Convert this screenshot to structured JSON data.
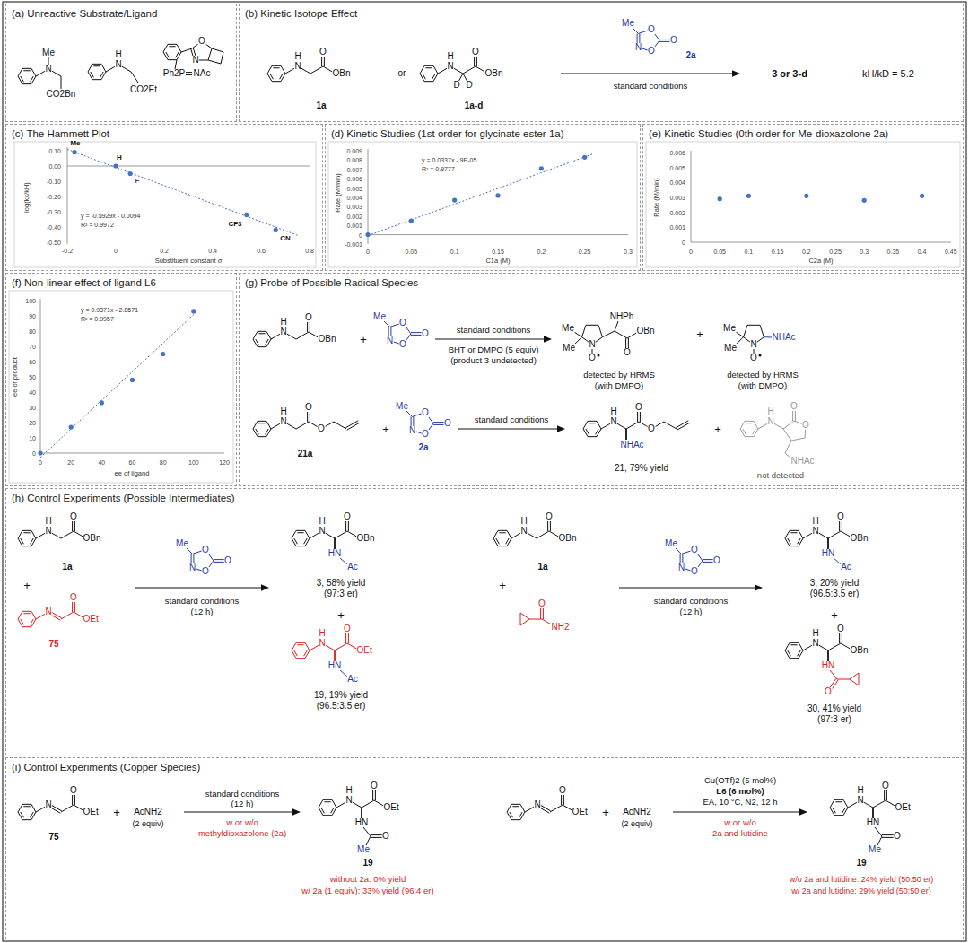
{
  "diagram": {
    "nodes": [
      {
        "text": [
          "(a) Unreactive Substrate/Ligand"
        ]
      },
      {
        "text": [
          "(b) Kinetic Isotope Effect"
        ]
      },
      {
        "text": [
          "(c) The Hammett Plot"
        ]
      },
      {
        "text": [
          "(d) Kinetic Studies (1st order for glycinate ester 1a)"
        ]
      },
      {
        "text": [
          "(e) Kinetic Studies (0th order for Me-dioxazolone 2a)"
        ]
      },
      {
        "text": [
          "(f) Non-linear effect of ligand L6"
        ]
      },
      {
        "text": [
          "(g) Probe of Possible Radical Species"
        ]
      },
      {
        "text": [
          "(h) Control Experiments (Possible Intermediates)"
        ]
      },
      {
        "text": [
          "(i) Control Experiments (Copper Species)"
        ]
      }
    ],
    "labels": [
      "Me",
      "N",
      "CO2Bn",
      "H",
      "N",
      "CO2Et",
      "N",
      "O",
      "Ph2P",
      "NAc",
      "H",
      "N",
      "O",
      "OBn",
      "1a",
      "or",
      "H",
      "N",
      "O",
      "OBn",
      "D",
      "D",
      "1a-d",
      "Me",
      "O",
      "O",
      "N",
      "O",
      "2a",
      "standard conditions",
      "3 or 3-d",
      "kH/kD = 5.2",
      "0.10",
      "0.00",
      "-0.10",
      "-0.20",
      "-0.30",
      "-0.40",
      "-0.50",
      "-0.2",
      "0",
      "0.2",
      "0.4",
      "0.6",
      "0.8",
      "Me",
      "H",
      "F",
      "CF3",
      "CN",
      "y = -0.5929x - 0.0094",
      "R² = 0.9972",
      "Substituent constant σ",
      "log(kx/kH)",
      "0.009",
      "0.008",
      "0.007",
      "0.006",
      "0.005",
      "0.004",
      "0.003",
      "0.002",
      "0.001",
      "0",
      "-0.001",
      "0",
      "0.05",
      "0.1",
      "0.15",
      "0.2",
      "0.25",
      "0.3",
      "y = 0.0337x - 9E-05",
      "R² = 0.9777",
      "C1a (M)",
      "Rate (M/min)",
      "0.006",
      "0.005",
      "0.004",
      "0.003",
      "0.002",
      "0.001",
      "0",
      "0",
      "0.05",
      "0.1",
      "0.15",
      "0.2",
      "0.25",
      "0.3",
      "0.35",
      "0.4",
      "0.45",
      "C2a (M)",
      "Rate (M/min)",
      "100",
      "90",
      "80",
      "70",
      "60",
      "50",
      "40",
      "30",
      "20",
      "10",
      "0",
      "0",
      "20",
      "40",
      "60",
      "80",
      "100",
      "120",
      "y = 0.9371x - 2.8571",
      "R² = 0.9957",
      "ee of ligand",
      "ee of product",
      "H",
      "N",
      "O",
      "OBn",
      "+",
      "Me",
      "O",
      "O",
      "N",
      "O",
      "standard conditions",
      "BHT or DMPO (5 equiv)",
      "(product 3 undetected)",
      "Me",
      "Me",
      "N",
      "O",
      "NHPh",
      "O",
      "OBn",
      "detected by HRMS",
      "(with DMPO)",
      "+",
      "Me",
      "Me",
      "N",
      "O",
      "NHAc",
      "detected by HRMS",
      "(with DMPO)",
      "H",
      "N",
      "O",
      "O",
      "21a",
      "+",
      "Me",
      "O",
      "O",
      "N",
      "O",
      "2a",
      "standard conditions",
      "H",
      "N",
      "O",
      "O",
      "NHAc",
      "21, 79% yield",
      "+",
      "H",
      "N",
      "O",
      "O",
      "NHAc",
      "not detected",
      "H",
      "N",
      "O",
      "OBn",
      "1a",
      "+",
      "N",
      "O",
      "OEt",
      "75",
      "Me",
      "O",
      "O",
      "N",
      "O",
      "standard conditions",
      "(12 h)",
      "H",
      "N",
      "O",
      "OBn",
      "HN",
      "Ac",
      "3, 58% yield",
      "(97:3 er)",
      "+",
      "H",
      "N",
      "O",
      "OEt",
      "HN",
      "Ac",
      "19, 19% yield",
      "(96.5:3.5 er)",
      "H",
      "N",
      "O",
      "OBn",
      "1a",
      "+",
      "O",
      "NH2",
      "Me",
      "O",
      "O",
      "N",
      "O",
      "standard conditions",
      "(12 h)",
      "H",
      "N",
      "O",
      "OBn",
      "HN",
      "Ac",
      "3, 20% yield",
      "(96.5:3.5 er)",
      "+",
      "H",
      "N",
      "O",
      "OBn",
      "HN",
      "O",
      "30, 41% yield",
      "(97:3 er)",
      "N",
      "O",
      "OEt",
      "75",
      "+",
      "AcNH2",
      "(2 equiv)",
      "standard conditions",
      "(12 h)",
      "w or w/o",
      "methyldioxazolone (2a)",
      "H",
      "N",
      "O",
      "OEt",
      "HN",
      "O",
      "Me",
      "19",
      "without 2a: 0% yield",
      "w/ 2a (1 equiv): 33% yield (96:4 er)",
      "N",
      "O",
      "OEt",
      "+",
      "AcNH2",
      "(2 equiv)",
      "Cu(OTf)2 (5 mol%)",
      "L6 (6 mol%)",
      "EA, 10 °C, N2, 12 h",
      "w or w/o",
      "2a and lutidine",
      "H",
      "N",
      "O",
      "OEt",
      "HN",
      "O",
      "Me",
      "19",
      "w/o 2a and lutidine: 24% yield (50:50 er)",
      "w/ 2a and lutidine: 29% yield (50:50 er)"
    ]
  }
}
